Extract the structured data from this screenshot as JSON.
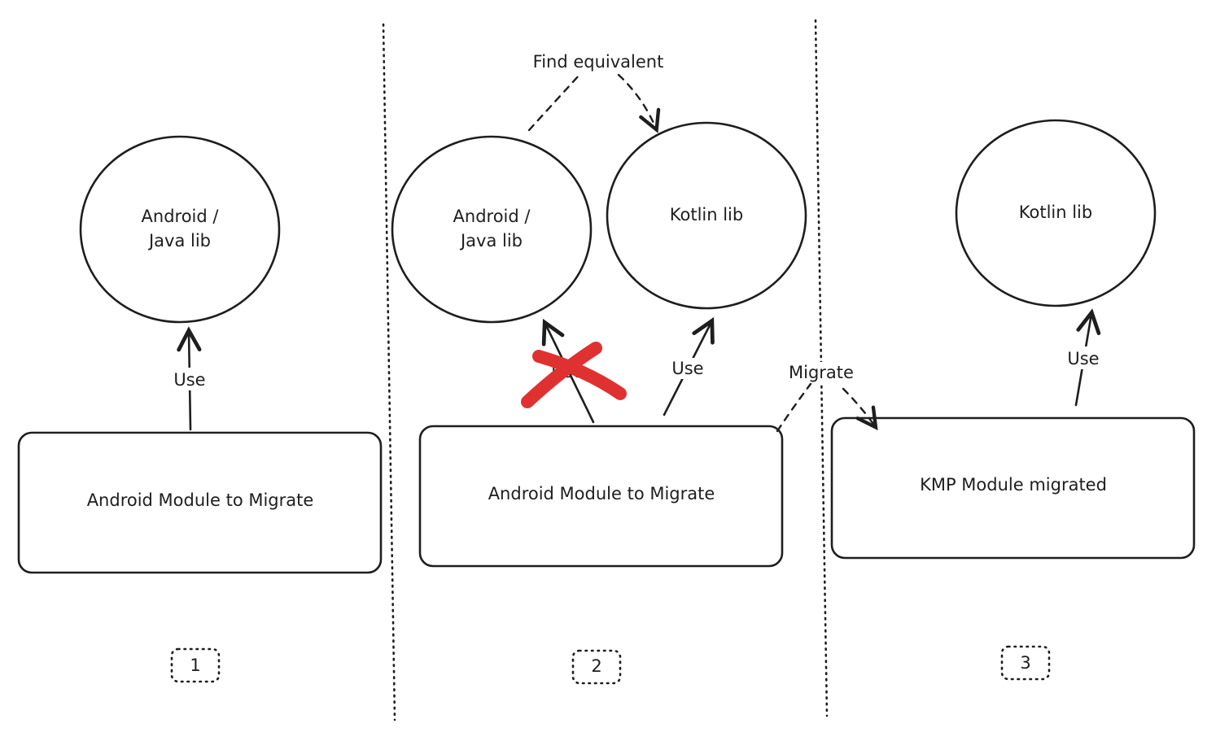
{
  "panels": [
    {
      "step": "1",
      "lib": [
        "Android /",
        "Java lib"
      ],
      "module": "Android Module to Migrate",
      "edge": "Use"
    },
    {
      "step": "2",
      "lib_old": [
        "Android /",
        "Java lib"
      ],
      "lib_new": "Kotlin lib",
      "module": "Android Module to Migrate",
      "edge_old": "Use",
      "edge_new": "Use",
      "find_label": "Find equivalent",
      "crossed_out": true,
      "cross_color": "#e03131"
    },
    {
      "step": "3",
      "lib": "Kotlin lib",
      "module": "KMP Module migrated",
      "edge": "Use"
    }
  ],
  "migrate_label": "Migrate"
}
